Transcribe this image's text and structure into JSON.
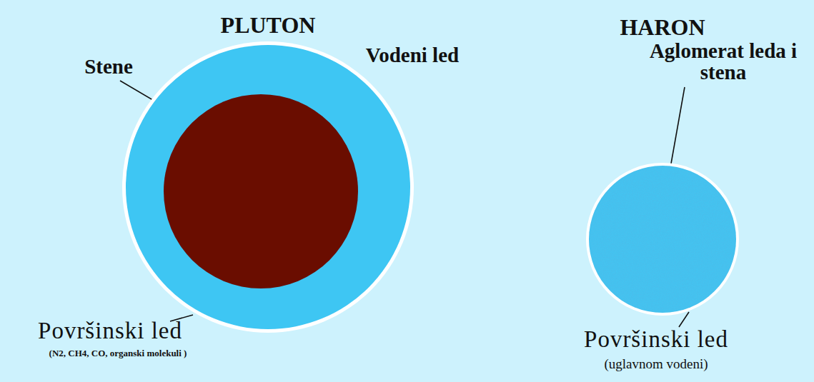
{
  "diagram": {
    "nodes": [
      {
        "text": [
          "PLUTON"
        ]
      },
      {
        "text": [
          "HARON"
        ]
      }
    ],
    "labels": [
      "Stene",
      "Vodeni led",
      "Površinski led",
      "(N2, CH4, CO, organski molekuli )",
      "Aglomerat leda i stena",
      "Površinski led",
      "(uglavnom vodeni)"
    ]
  }
}
